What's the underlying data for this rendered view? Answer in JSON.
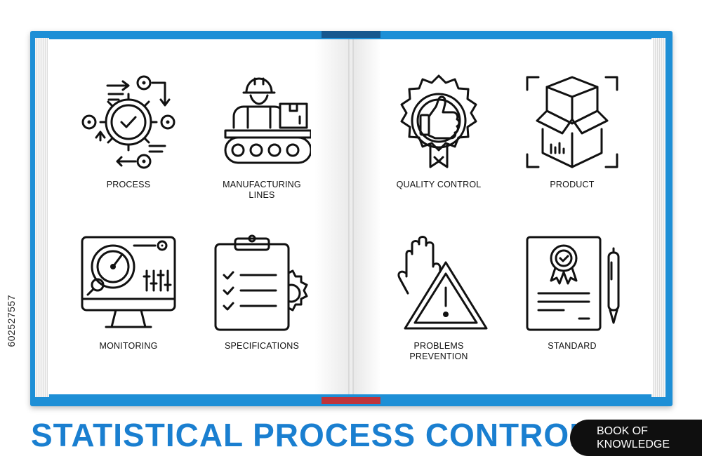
{
  "title": "STATISTICAL PROCESS CONTROL",
  "badge": "BOOK OF\nKNOWLEDGE",
  "image_id": "602527557",
  "colors": {
    "cover": "#1e8fd6",
    "title": "#1a7fd0",
    "badge": "#0f0f0f"
  },
  "items": [
    {
      "label": "PROCESS",
      "icon": "process-cycle-icon"
    },
    {
      "label": "MANUFACTURING\nLINES",
      "icon": "conveyor-worker-icon"
    },
    {
      "label": "QUALITY CONTROL",
      "icon": "thumbs-up-badge-icon"
    },
    {
      "label": "PRODUCT",
      "icon": "open-box-icon"
    },
    {
      "label": "MONITORING",
      "icon": "monitor-gauge-icon"
    },
    {
      "label": "SPECIFICATIONS",
      "icon": "clipboard-checklist-icon"
    },
    {
      "label": "PROBLEMS\nPREVENTION",
      "icon": "warning-hand-icon"
    },
    {
      "label": "STANDARD",
      "icon": "certificate-pen-icon"
    }
  ]
}
